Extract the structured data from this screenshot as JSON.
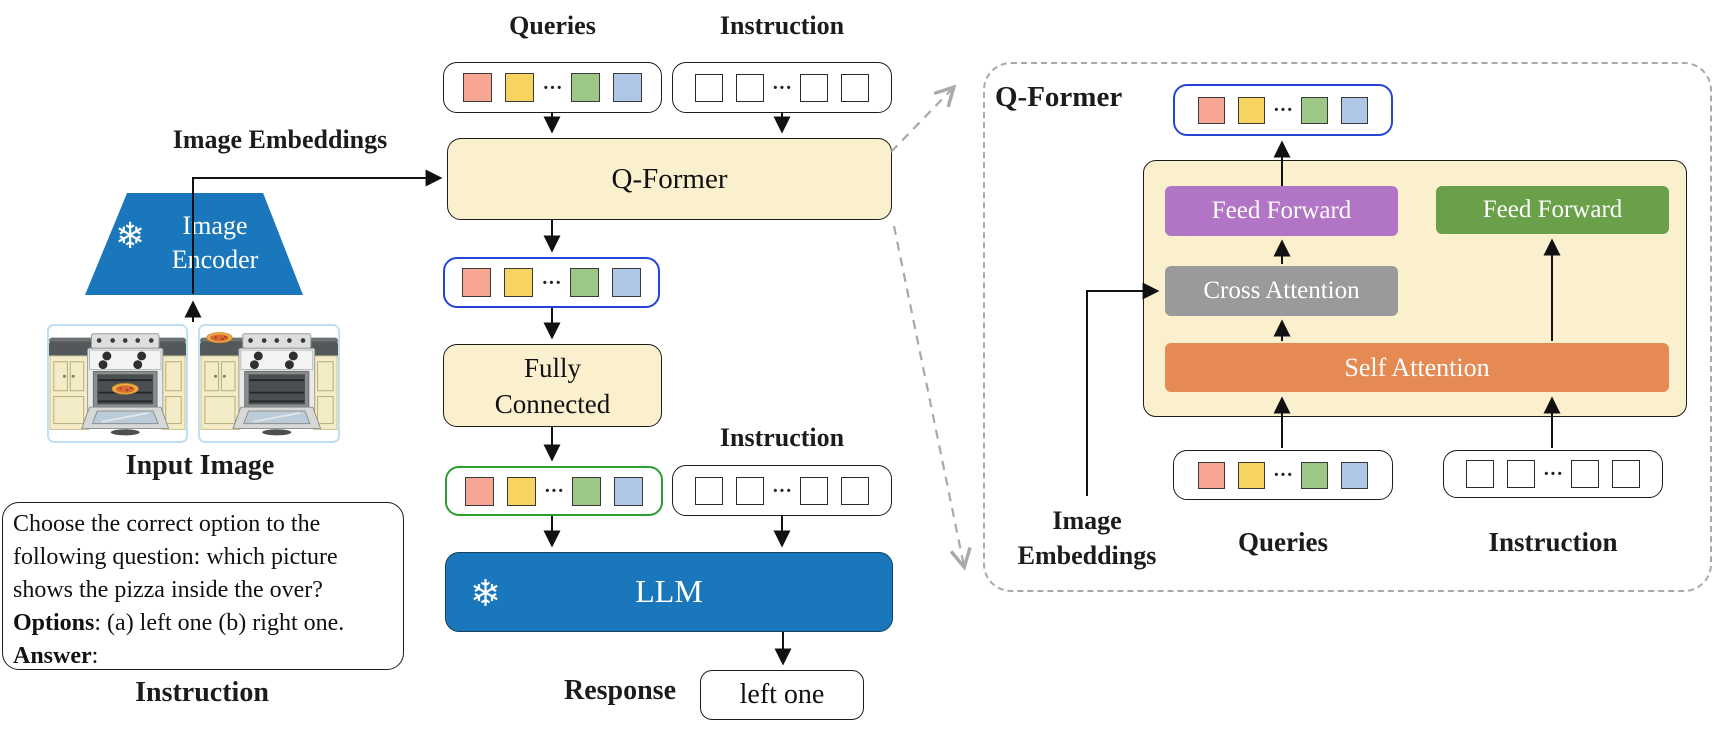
{
  "colors": {
    "cream": "#FBF0CE",
    "frozen_blue": "#1A77BC",
    "blue_border": "#2445D6",
    "green_border": "#2D9D31",
    "token_salmon": "#F7A693",
    "token_yellow": "#F7D360",
    "token_green": "#9CC787",
    "token_blue": "#AEC7E7",
    "purple": "#B275C5",
    "gray": "#9A9A9A",
    "orange": "#E68A53",
    "ff_green": "#6AA04A",
    "dashed_gray": "#A9A9A9"
  },
  "icons": {
    "snowflake": "❄"
  },
  "tokens": {
    "ellipsis": "···"
  },
  "main": {
    "queries_label": "Queries",
    "instruction_label_top": "Instruction",
    "qformer_label": "Q-Former",
    "image_embeddings_label": "Image Embeddings",
    "encoder_line1": "Image",
    "encoder_line2": "Encoder",
    "input_image_label": "Input Image",
    "fully_connected_line1": "Fully",
    "fully_connected_line2": "Connected",
    "instruction_label_mid": "Instruction",
    "llm_label": "LLM",
    "response_label": "Response",
    "response_value": "left one",
    "instruction_caption": "Instruction"
  },
  "instruction_prompt": {
    "line1": "Choose the correct option to the",
    "line2": "following question: which picture",
    "line3": "shows the pizza inside the over?",
    "options_label": "Options",
    "options_rest": ": (a) left one (b) right one.",
    "answer_label": "Answer",
    "answer_rest": ":"
  },
  "panel": {
    "title": "Q-Former",
    "feed_forward_left": "Feed Forward",
    "feed_forward_right": "Feed Forward",
    "cross_attention": "Cross Attention",
    "self_attention": "Self Attention",
    "image_embeddings_line1": "Image",
    "image_embeddings_line2": "Embeddings",
    "queries_label": "Queries",
    "instruction_label": "Instruction"
  }
}
